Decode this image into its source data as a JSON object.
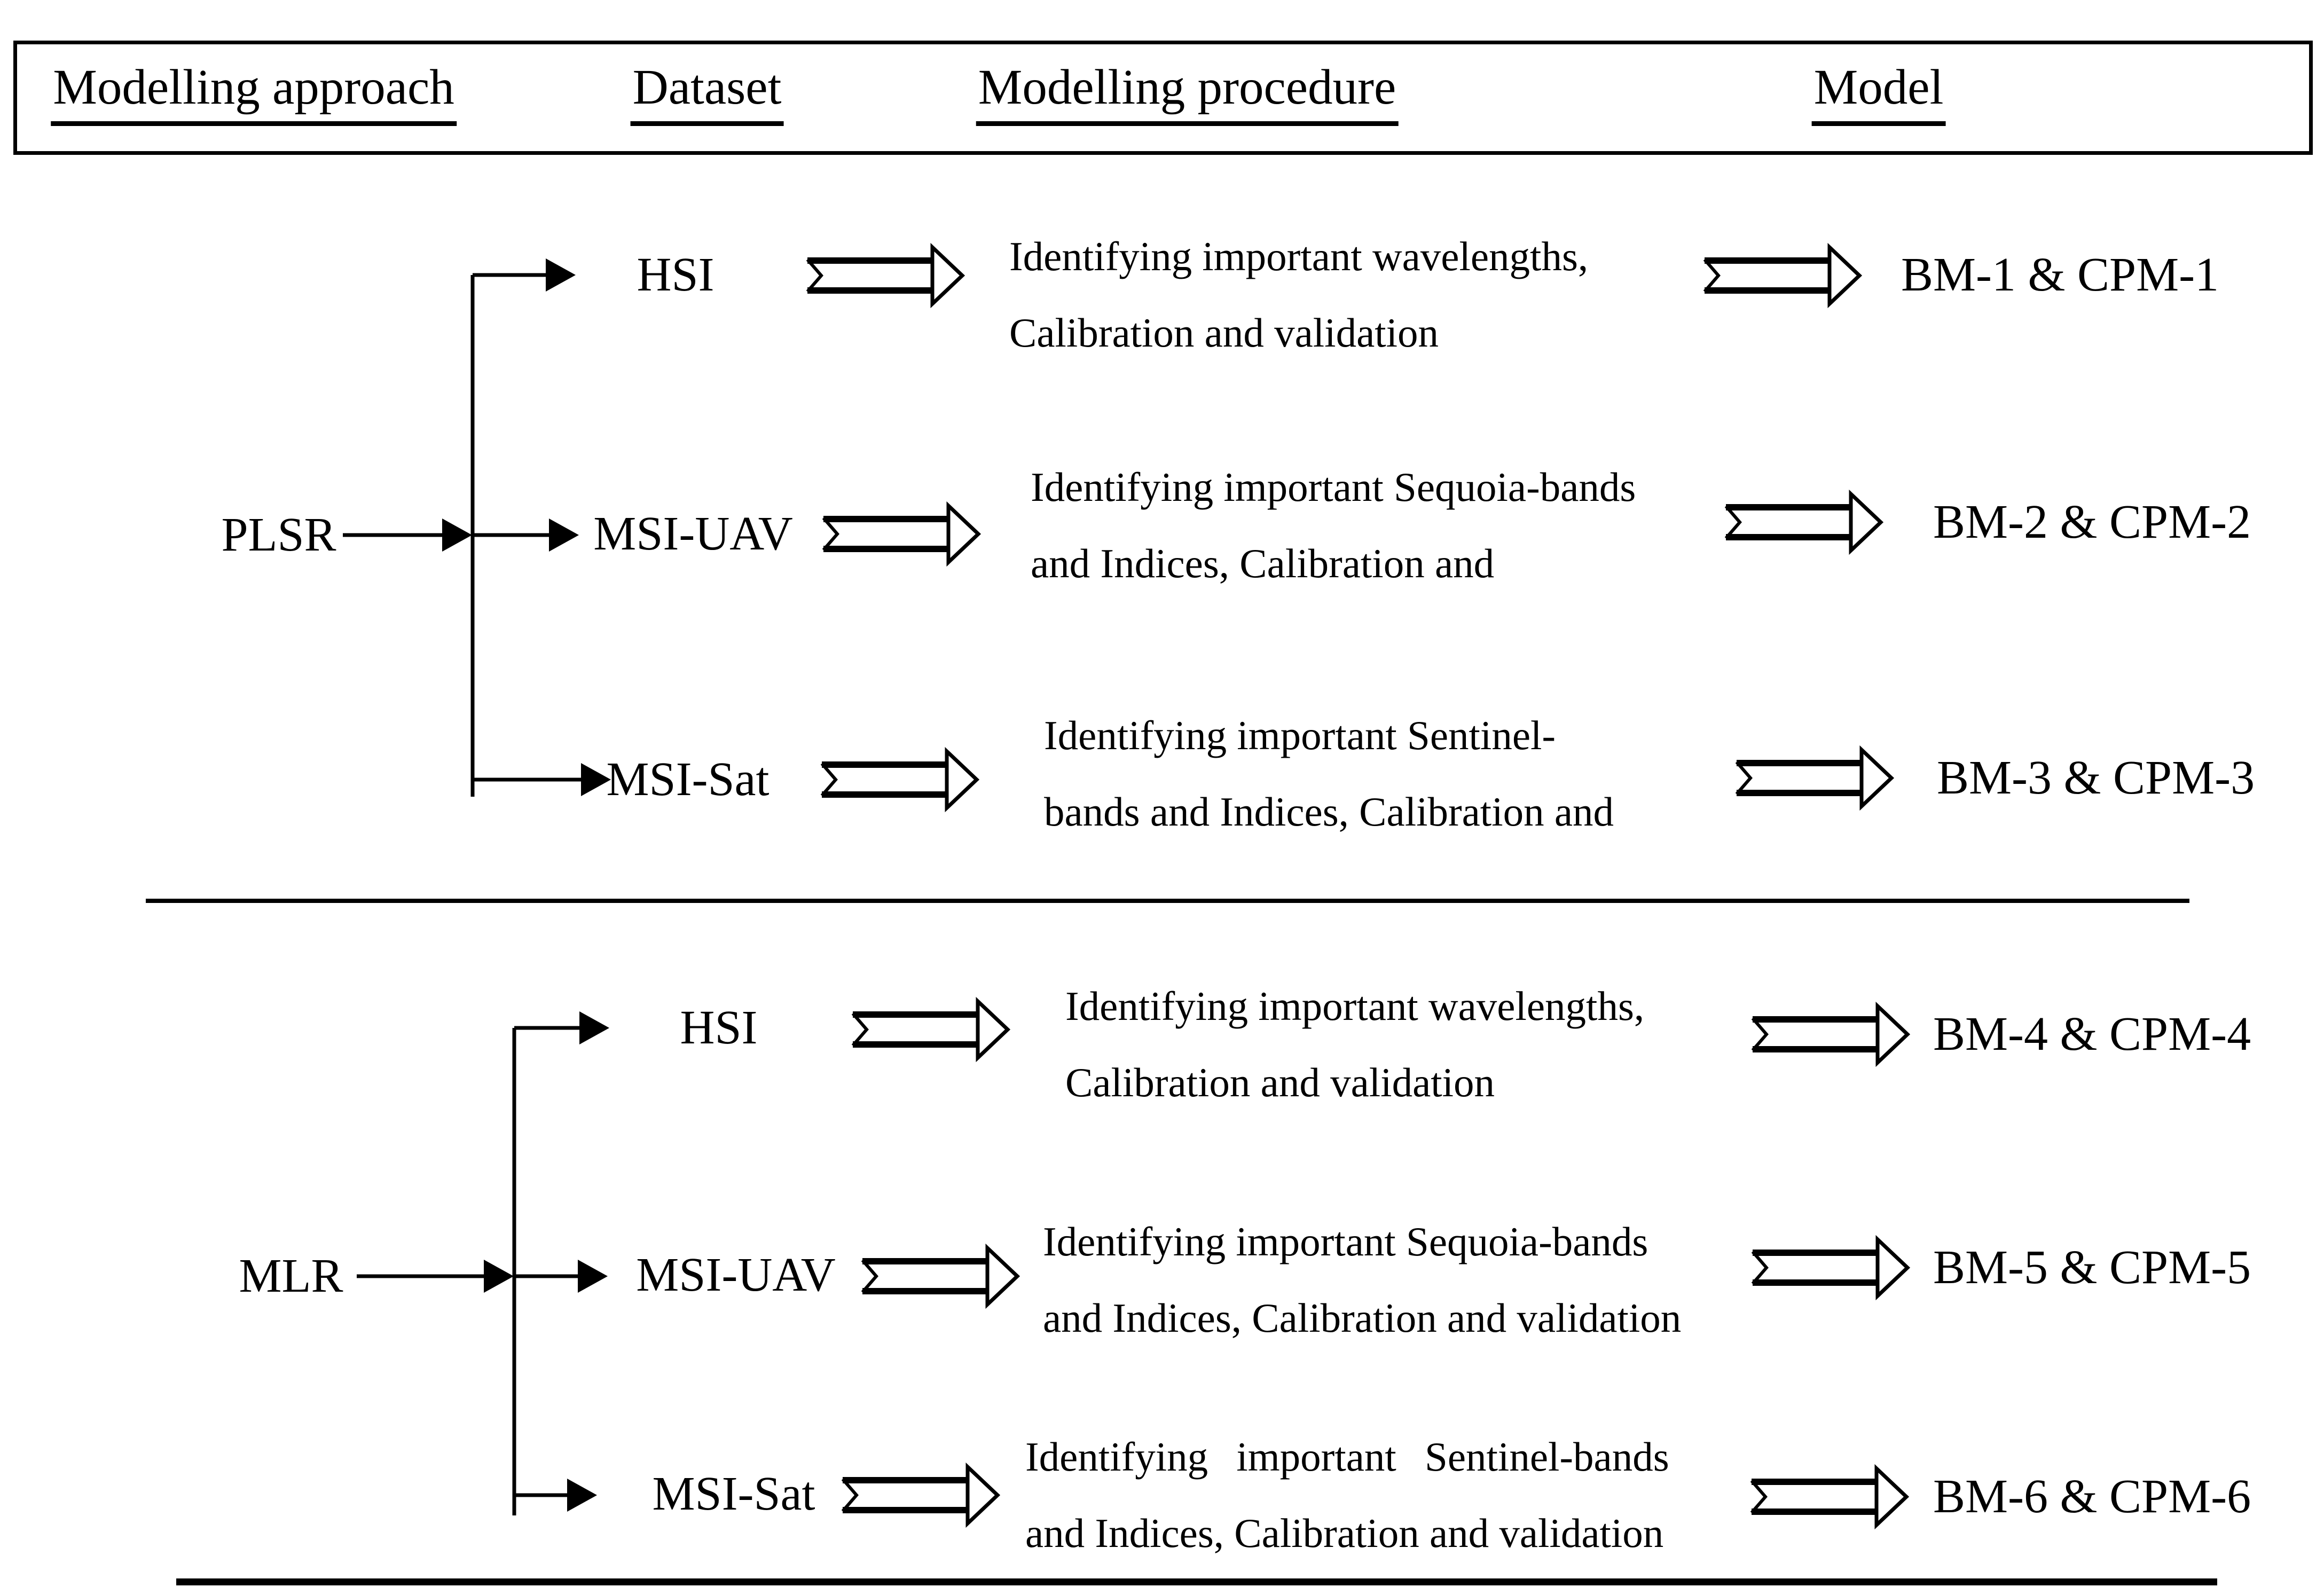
{
  "header": {
    "columns": [
      "Modelling approach",
      "Dataset",
      "Modelling procedure",
      "Model"
    ]
  },
  "groups": [
    {
      "approach": "PLSR",
      "rows": [
        {
          "dataset": "HSI",
          "procedure_line1": "Identifying important wavelengths,",
          "procedure_line2": "Calibration and validation",
          "model": "BM-1 & CPM-1"
        },
        {
          "dataset": "MSI-UAV",
          "procedure_line1": "Identifying important Sequoia-bands",
          "procedure_line2": "and Indices, Calibration and",
          "model": "BM-2 & CPM-2"
        },
        {
          "dataset": "MSI-Sat",
          "procedure_line1": "Identifying important Sentinel-",
          "procedure_line2": "bands and Indices, Calibration and",
          "model": "BM-3 & CPM-3"
        }
      ]
    },
    {
      "approach": "MLR",
      "rows": [
        {
          "dataset": "HSI",
          "procedure_line1": "Identifying important wavelengths,",
          "procedure_line2": "Calibration and validation",
          "model": "BM-4 & CPM-4"
        },
        {
          "dataset": "MSI-UAV",
          "procedure_line1": "Identifying important Sequoia-bands",
          "procedure_line2": "and Indices, Calibration and validation",
          "model": "BM-5 & CPM-5"
        },
        {
          "dataset": "MSI-Sat",
          "procedure_line1": "Identifying important Sentinel-bands",
          "procedure_line2": "and Indices, Calibration and validation",
          "model": "BM-6 & CPM-6"
        }
      ]
    }
  ],
  "colors": {
    "ink": "#000000",
    "background": "#ffffff"
  }
}
